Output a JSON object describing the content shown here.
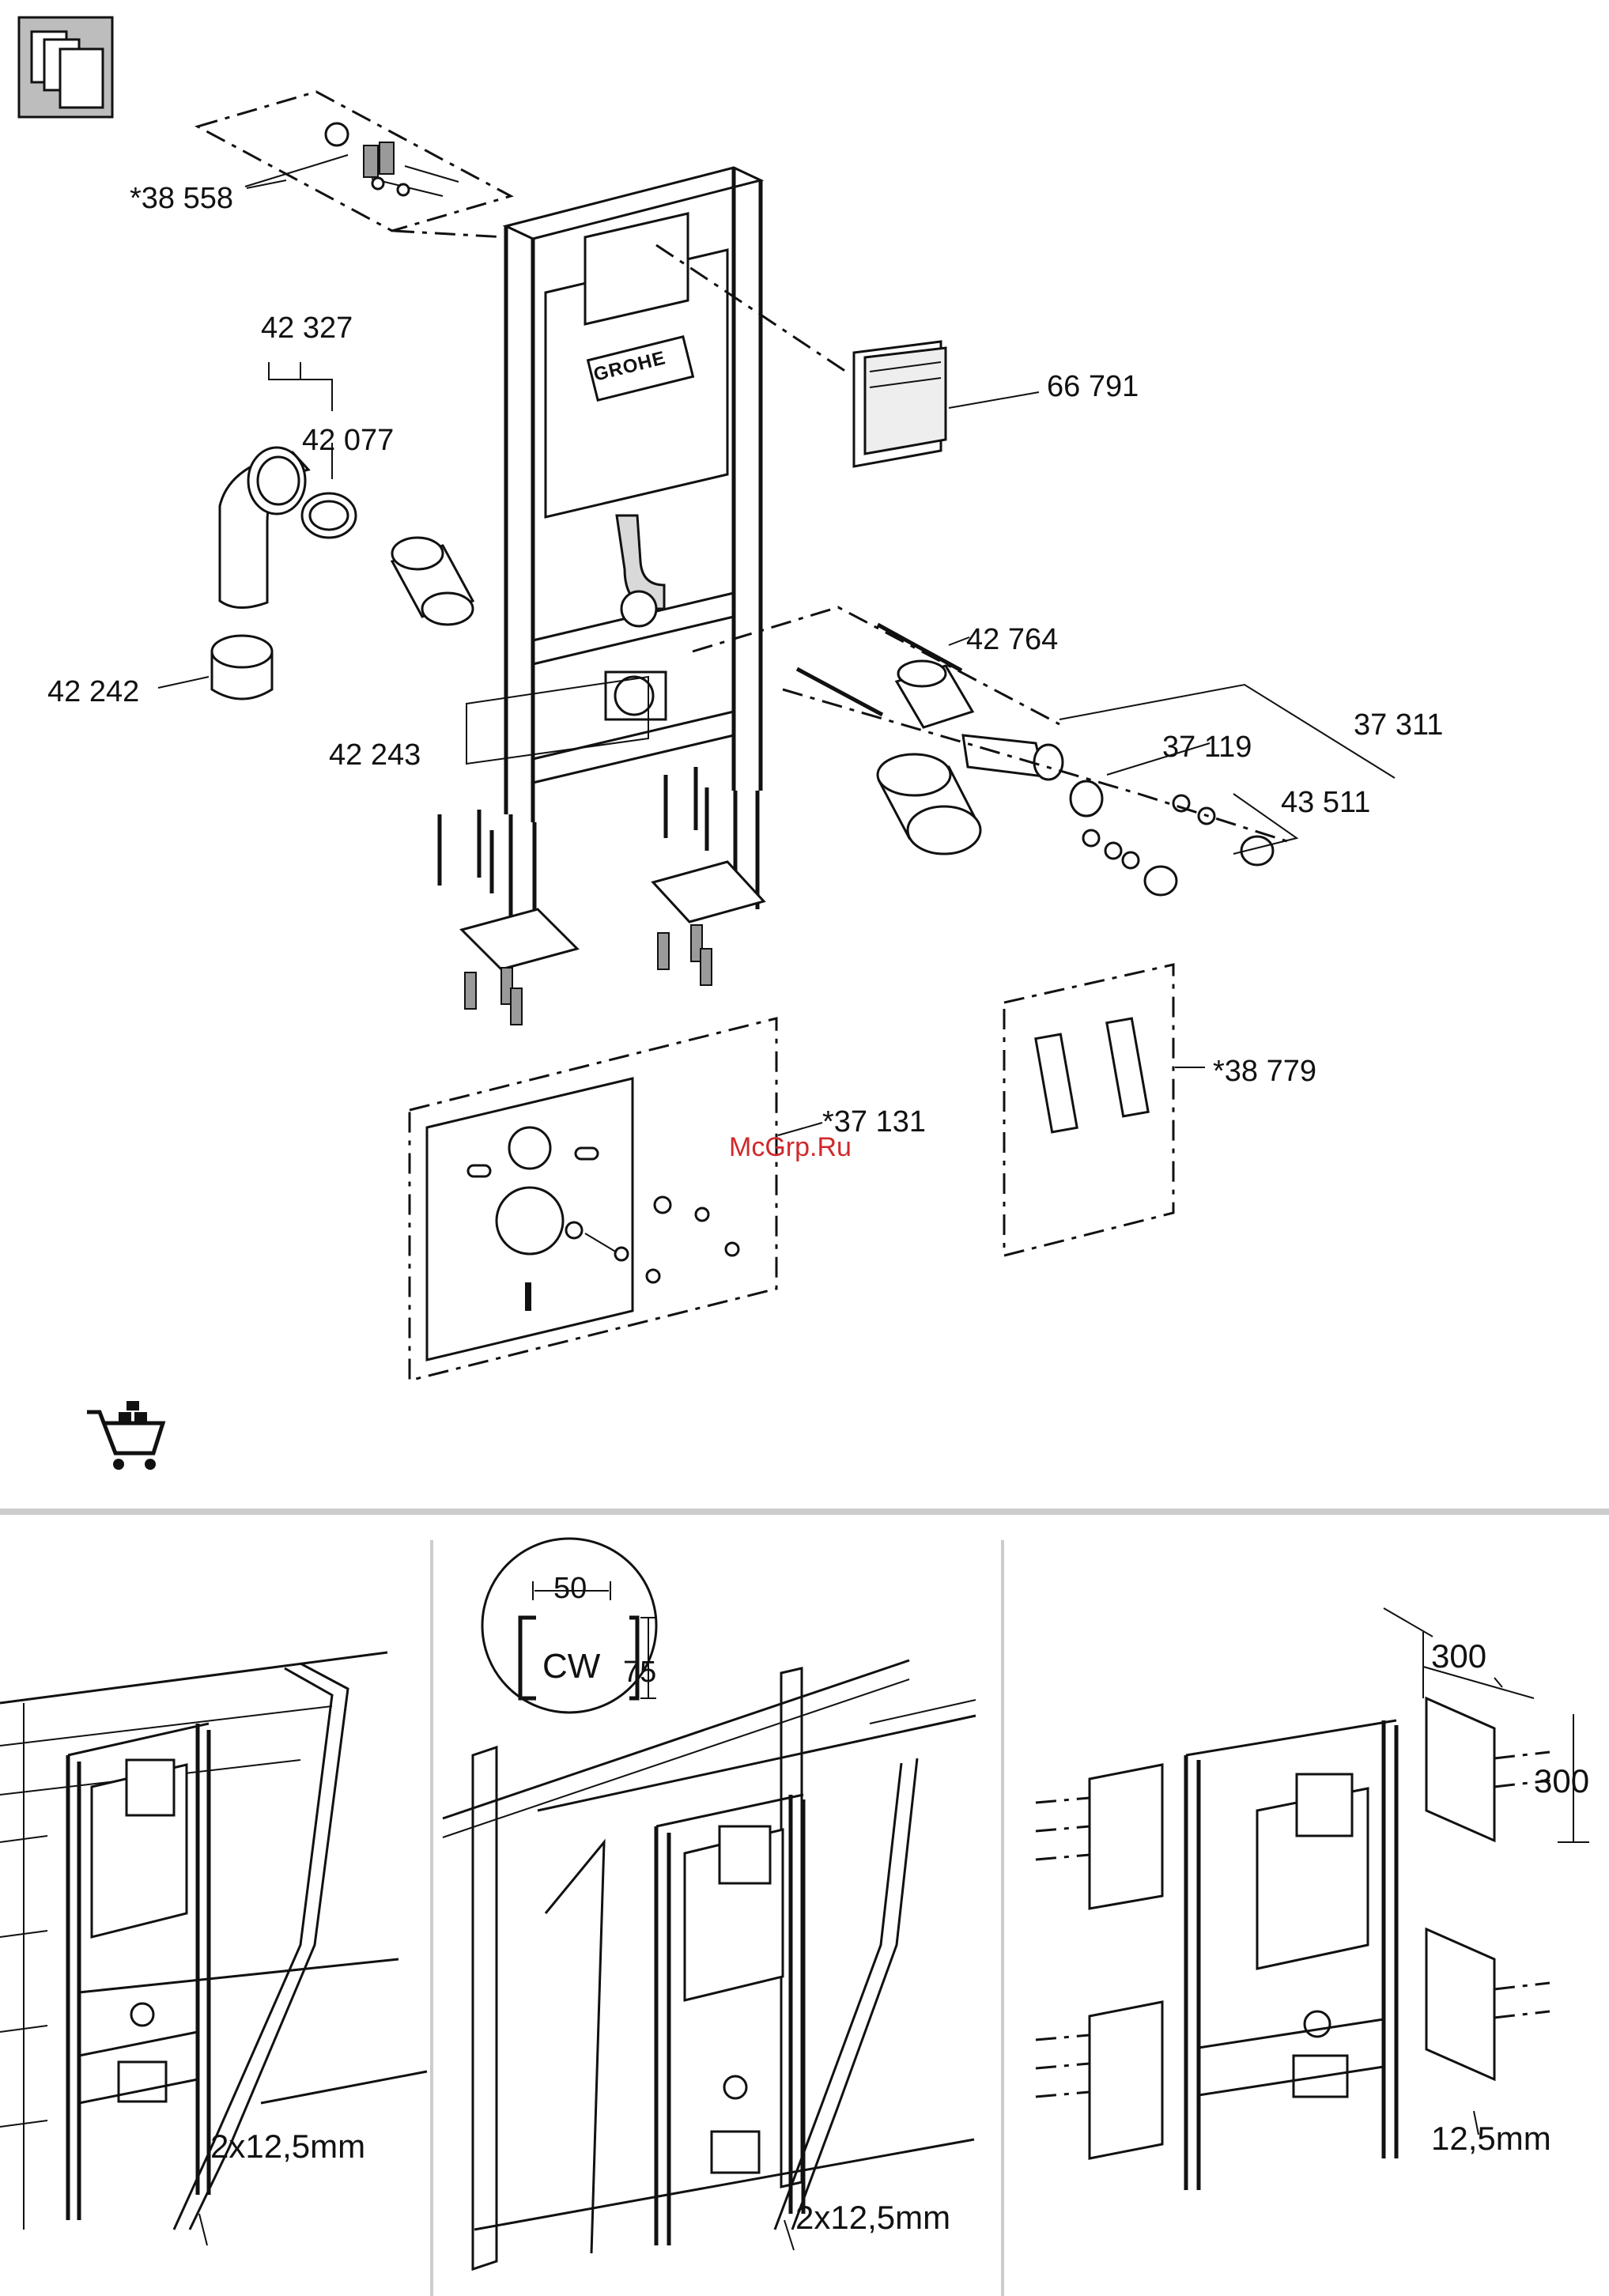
{
  "part_labels": {
    "p38558": "*38 558",
    "p42327": "42 327",
    "p42077": "42 077",
    "p42242": "42 242",
    "p42243": "42 243",
    "p66791": "66 791",
    "p42764": "42 764",
    "p37119": "37 119",
    "p37311": "37 311",
    "p43511": "43 511",
    "p37131": "*37 131",
    "p38779": "*38 779"
  },
  "brand_plate": "GROHE",
  "watermark": "McGrp.Ru",
  "install_panels": [
    {
      "board_label": "2x12,5mm"
    },
    {
      "board_label": "2x12,5mm",
      "profile": {
        "name": "CW",
        "width": "50",
        "depth": "75"
      }
    },
    {
      "board_label": "12,5mm",
      "dim_horizontal": "300",
      "dim_vertical": "300"
    }
  ],
  "icons": [
    "module-thumbnail-icon",
    "shopping-cart-icon"
  ],
  "colors": {
    "line": "#111111",
    "watermark": "#d0292b",
    "divider": "#cccccc"
  }
}
